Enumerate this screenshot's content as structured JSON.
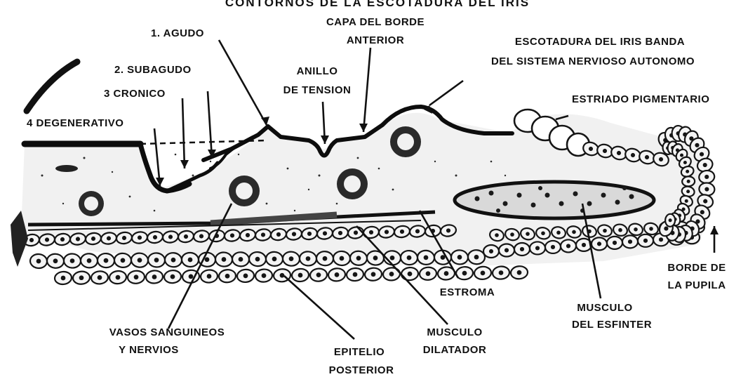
{
  "title": "CONTORNOS DE LA ESCOTADURA DEL IRIS",
  "labels": {
    "agudo": "1. AGUDO",
    "subagudo": "2. SUBAGUDO",
    "cronico": "3 CRONICO",
    "degenerativo": "4 DEGENERATIVO",
    "capa_line1": "CAPA DEL BORDE",
    "capa_line2": "ANTERIOR",
    "anillo_line1": "ANILLO",
    "anillo_line2": "DE TENSION",
    "escotadura_line1": "ESCOTADURA DEL IRIS BANDA",
    "escotadura_line2": "DEL SISTEMA NERVIOSO AUTONOMO",
    "estriado": "ESTRIADO PIGMENTARIO",
    "borde_line1": "BORDE DE",
    "borde_line2": "LA PUPILA",
    "estroma": "ESTROMA",
    "musculo_esf_line1": "MUSCULO",
    "musculo_esf_line2": "DEL ESFINTER",
    "vasos_line1": "VASOS SANGUINEOS",
    "vasos_line2": "Y NERVIOS",
    "musculo_dil_line1": "MUSCULO",
    "musculo_dil_line2": "DILATADOR",
    "epitelio_line1": "EPITELIO",
    "epitelio_line2": "POSTERIOR"
  }
}
